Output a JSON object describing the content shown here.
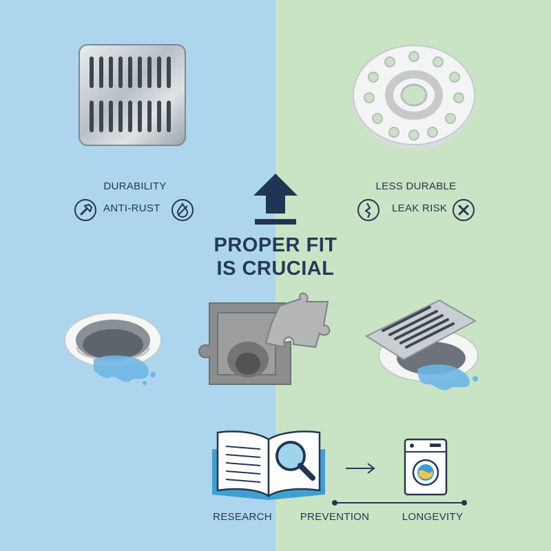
{
  "left_panel": {
    "heading": "DURABILITY",
    "feature": "ANTI-RUST",
    "color": "#aed5ee"
  },
  "right_panel": {
    "heading": "LESS DURABLE",
    "feature": "LEAK RISK",
    "color": "#c9e3c5"
  },
  "center": {
    "title_line1": "PROPER FIT",
    "title_line2": "IS CRUCIAL"
  },
  "steps": {
    "research": "RESEARCH",
    "prevention": "PREVENTION",
    "longevity": "LONGEVITY"
  },
  "icons": {
    "upload": "upload-arrow-icon",
    "hammer": "hammer-icon",
    "shield": "rust-shield-icon",
    "crack": "crack-icon",
    "cross": "close-x-icon",
    "book": "research-book-icon",
    "arrow": "right-arrow-icon",
    "washer": "washing-machine-icon",
    "puzzle": "puzzle-icon"
  }
}
